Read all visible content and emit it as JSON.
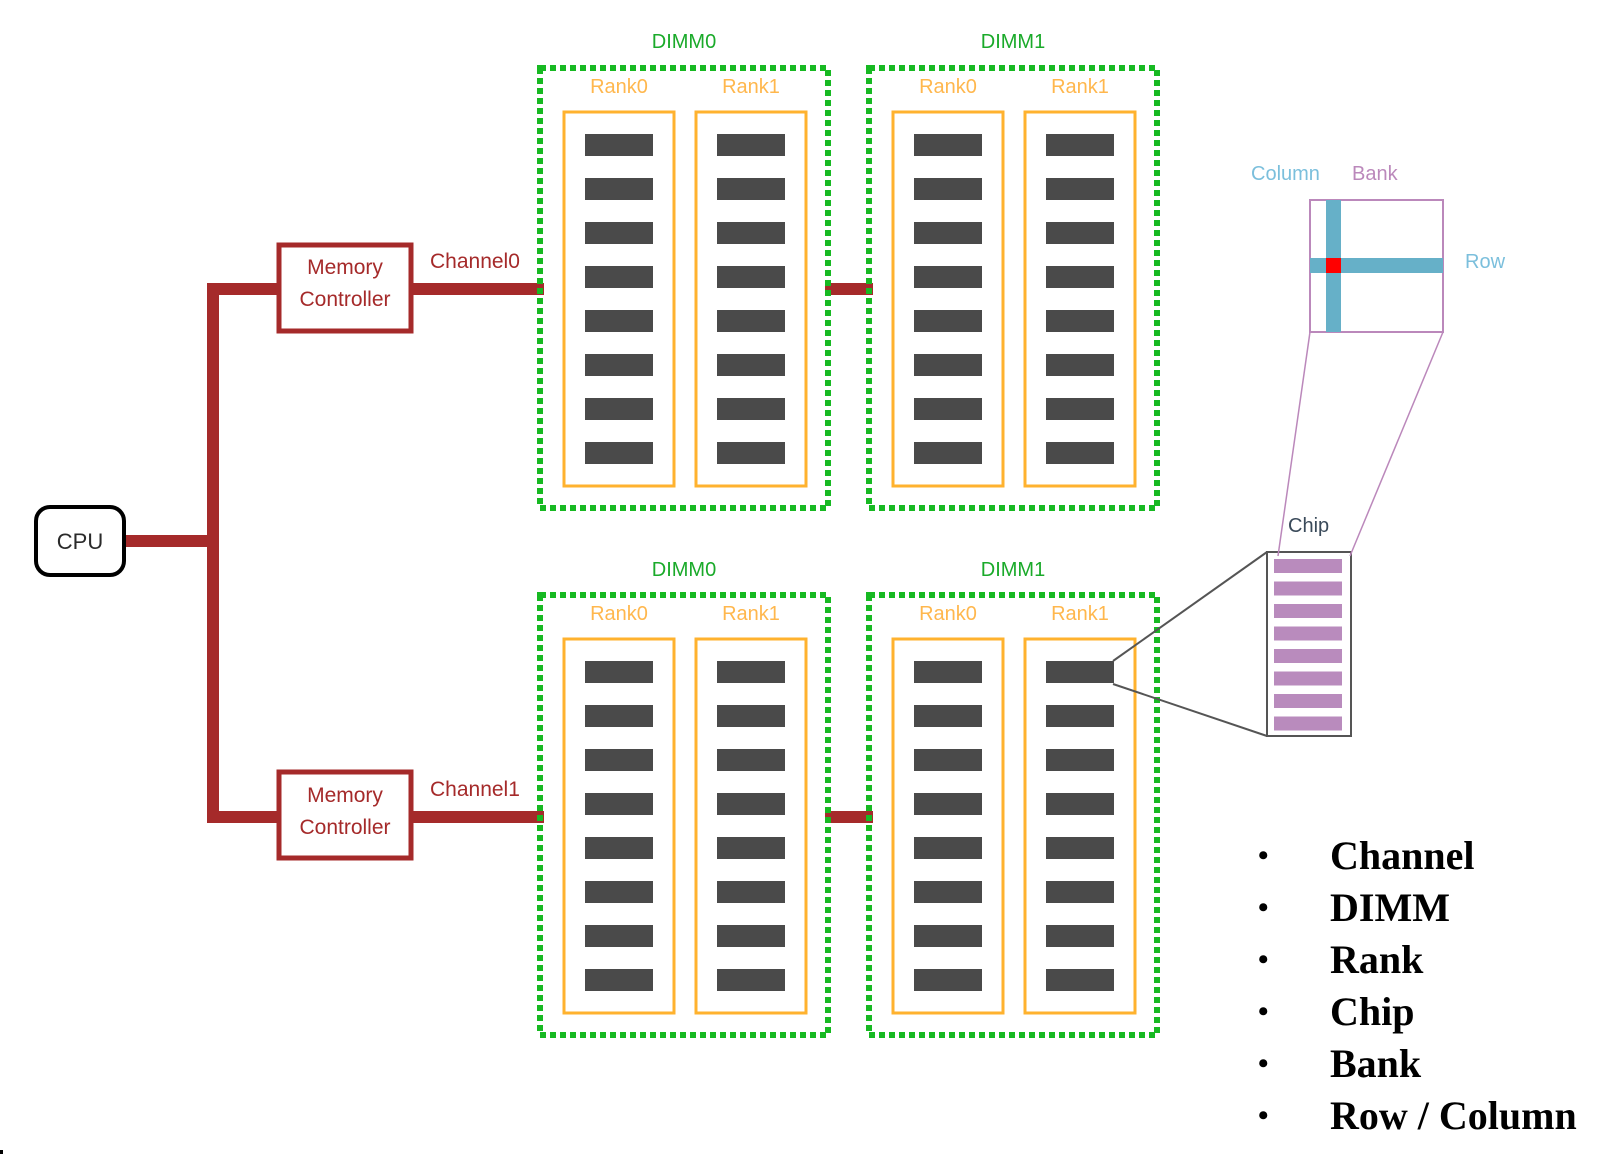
{
  "colors": {
    "bus": "#a52a2a",
    "dimm_border": "#17b922",
    "dimm_label": "#1aaa2a",
    "rank_border": "#ffb22e",
    "rank_label": "#ffb74d",
    "chip_fill": "#4a4a4a",
    "cpu_border": "#000000",
    "bank_purple": "#bb88bb",
    "stripe_purple": "#b98bbd",
    "column_blue": "#66b0c8",
    "cell_red": "#ff0000",
    "chip_box": "#555555",
    "label_blue": "#7bbfdc"
  },
  "cpu": {
    "label": "CPU"
  },
  "controllers": [
    {
      "line1": "Memory",
      "line2": "Controller",
      "channel": "Channel0"
    },
    {
      "line1": "Memory",
      "line2": "Controller",
      "channel": "Channel1"
    }
  ],
  "channels": [
    {
      "name": "Channel0",
      "dimms": [
        {
          "label": "DIMM0",
          "ranks": [
            {
              "label": "Rank0"
            },
            {
              "label": "Rank1"
            }
          ]
        },
        {
          "label": "DIMM1",
          "ranks": [
            {
              "label": "Rank0"
            },
            {
              "label": "Rank1"
            }
          ]
        }
      ]
    },
    {
      "name": "Channel1",
      "dimms": [
        {
          "label": "DIMM0",
          "ranks": [
            {
              "label": "Rank0"
            },
            {
              "label": "Rank1"
            }
          ]
        },
        {
          "label": "DIMM1",
          "ranks": [
            {
              "label": "Rank0"
            },
            {
              "label": "Rank1"
            }
          ]
        }
      ]
    }
  ],
  "chips_per_rank": 8,
  "chip_detail": {
    "label": "Chip",
    "banks": 8
  },
  "bank_detail": {
    "column_label": "Column",
    "bank_label": "Bank",
    "row_label": "Row"
  },
  "bullets": [
    "Channel",
    "DIMM",
    "Rank",
    "Chip",
    "Bank",
    "Row / Column"
  ],
  "bullet_glyph": "•"
}
